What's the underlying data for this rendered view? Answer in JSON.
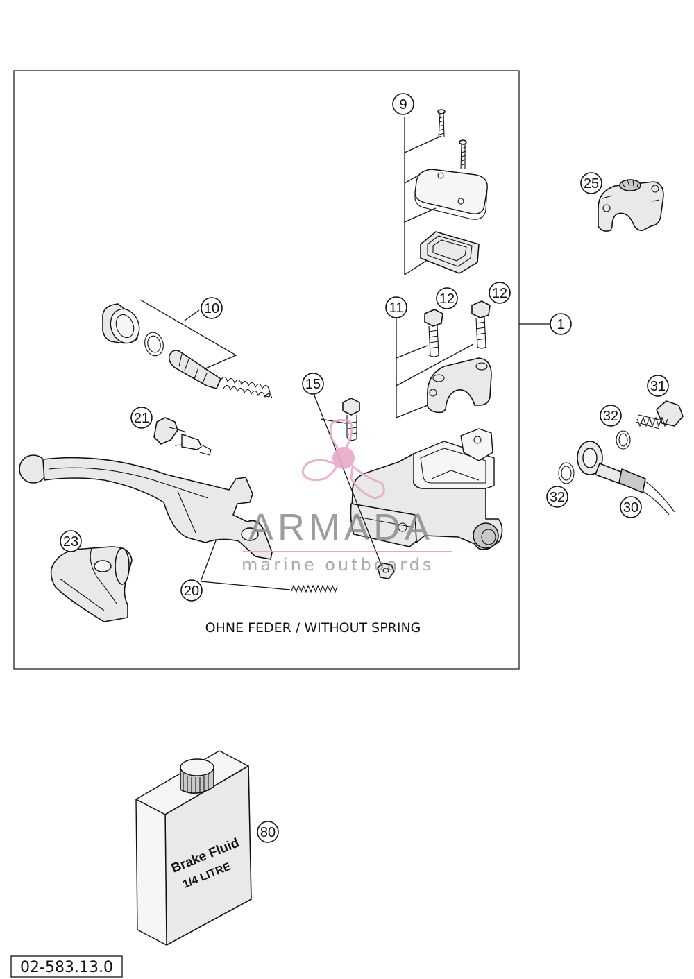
{
  "diagram": {
    "caption": "OHNE FEDER / WITHOUT SPRING",
    "document_number": "02-583.13.0",
    "brake_fluid_can": {
      "label_line1": "Brake Fluid",
      "label_line2": "1/4 LITRE"
    },
    "watermark": {
      "title": "ARMADA",
      "subtitle": "marine outboards",
      "accent_color": "#e7a9c9"
    },
    "callouts": [
      {
        "id": "c1",
        "label": "1"
      },
      {
        "id": "c9",
        "label": "9"
      },
      {
        "id": "c10",
        "label": "10"
      },
      {
        "id": "c11",
        "label": "11"
      },
      {
        "id": "c12a",
        "label": "12"
      },
      {
        "id": "c12b",
        "label": "12"
      },
      {
        "id": "c15",
        "label": "15"
      },
      {
        "id": "c20",
        "label": "20"
      },
      {
        "id": "c21",
        "label": "21"
      },
      {
        "id": "c23",
        "label": "23"
      },
      {
        "id": "c25",
        "label": "25"
      },
      {
        "id": "c30",
        "label": "30"
      },
      {
        "id": "c31",
        "label": "31"
      },
      {
        "id": "c32a",
        "label": "32"
      },
      {
        "id": "c32b",
        "label": "32"
      },
      {
        "id": "c80",
        "label": "80"
      }
    ]
  }
}
